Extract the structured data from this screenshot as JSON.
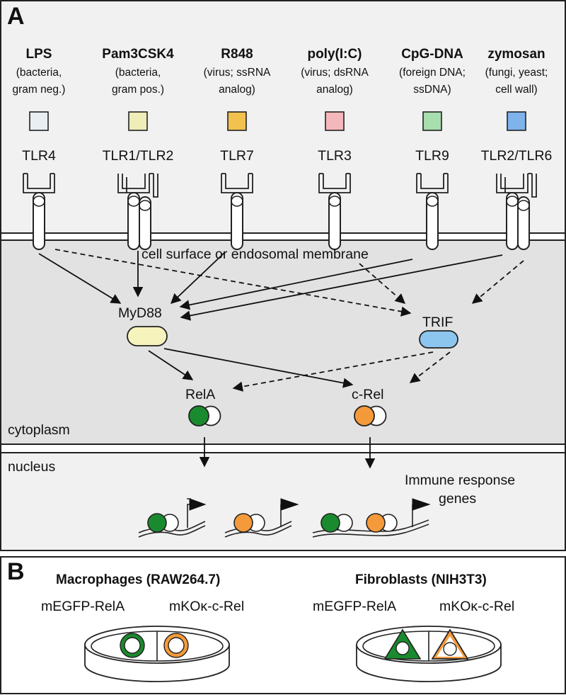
{
  "panel_a": {
    "letter": "A",
    "ligands": [
      {
        "name": "LPS",
        "source_line1": "(bacteria,",
        "source_line2": "gram neg.)",
        "receptor": "TLR4",
        "color": "#e8eef2",
        "double": false
      },
      {
        "name": "Pam3CSK4",
        "source_line1": "(bacteria,",
        "source_line2": "gram pos.)",
        "receptor": "TLR1/TLR2",
        "color": "#efedb8",
        "double": true
      },
      {
        "name": "R848",
        "source_line1": "(virus; ssRNA",
        "source_line2": "analog)",
        "receptor": "TLR7",
        "color": "#f2c24e",
        "double": false
      },
      {
        "name": "poly(I:C)",
        "source_line1": "(virus; dsRNA",
        "source_line2": "analog)",
        "receptor": "TLR3",
        "color": "#f4b8bc",
        "double": false
      },
      {
        "name": "CpG-DNA",
        "source_line1": "(foreign DNA;",
        "source_line2": "ssDNA)",
        "receptor": "TLR9",
        "color": "#a8ddad",
        "double": false
      },
      {
        "name": "zymosan",
        "source_line1": "(fungi, yeast;",
        "source_line2": "cell wall)",
        "receptor": "TLR2/TLR6",
        "color": "#7eb3ec",
        "double": true
      }
    ],
    "membrane_label": "cell surface or endosomal membrane",
    "adaptors": {
      "myd88": {
        "label": "MyD88",
        "color": "#f7f3bd"
      },
      "trif": {
        "label": "TRIF",
        "color": "#8cc6ef"
      }
    },
    "transcription_factors": {
      "rela": {
        "label": "RelA",
        "color": "#1a8a2e"
      },
      "crel": {
        "label": "c-Rel",
        "color": "#f59a3a"
      }
    },
    "cytoplasm_label": "cytoplasm",
    "nucleus_label": "nucleus",
    "genes_label_line1": "Immune response",
    "genes_label_line2": "genes"
  },
  "panel_b": {
    "letter": "B",
    "macrophages": {
      "title": "Macrophages (RAW264.7)",
      "left_label": "mEGFP-RelA",
      "right_label": "mKOκ-c-Rel"
    },
    "fibroblasts": {
      "title": "Fibroblasts (NIH3T3)",
      "left_label": "mEGFP-RelA",
      "right_label": "mKOκ-c-Rel"
    }
  }
}
